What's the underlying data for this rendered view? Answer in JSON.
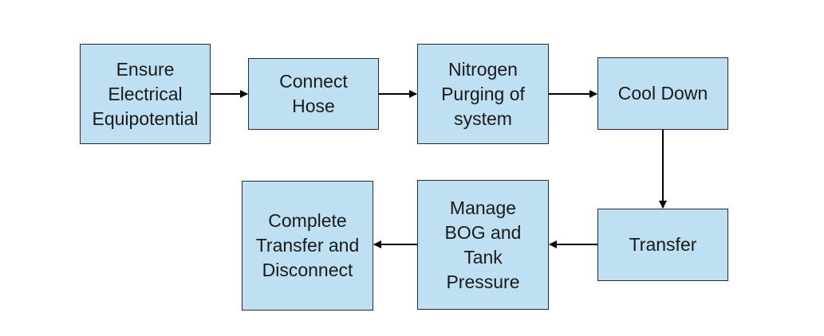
{
  "flowchart": {
    "steps": [
      {
        "id": "electrical",
        "label": "Ensure\nElectrical\nEquipotential"
      },
      {
        "id": "hose",
        "label": "Connect\nHose"
      },
      {
        "id": "purge",
        "label": "Nitrogen\nPurging of\nsystem"
      },
      {
        "id": "cooldown",
        "label": "Cool Down"
      },
      {
        "id": "transfer",
        "label": "Transfer"
      },
      {
        "id": "bog",
        "label": "Manage\nBOG and\nTank\nPressure"
      },
      {
        "id": "complete",
        "label": "Complete\nTransfer and\nDisconnect"
      }
    ],
    "edges": [
      {
        "from": "electrical",
        "to": "hose"
      },
      {
        "from": "hose",
        "to": "purge"
      },
      {
        "from": "purge",
        "to": "cooldown"
      },
      {
        "from": "cooldown",
        "to": "transfer"
      },
      {
        "from": "transfer",
        "to": "bog"
      },
      {
        "from": "bog",
        "to": "complete"
      }
    ],
    "colors": {
      "box_fill": "#bfe0f2",
      "box_border": "#2b2b2b",
      "arrow": "#000000"
    }
  }
}
